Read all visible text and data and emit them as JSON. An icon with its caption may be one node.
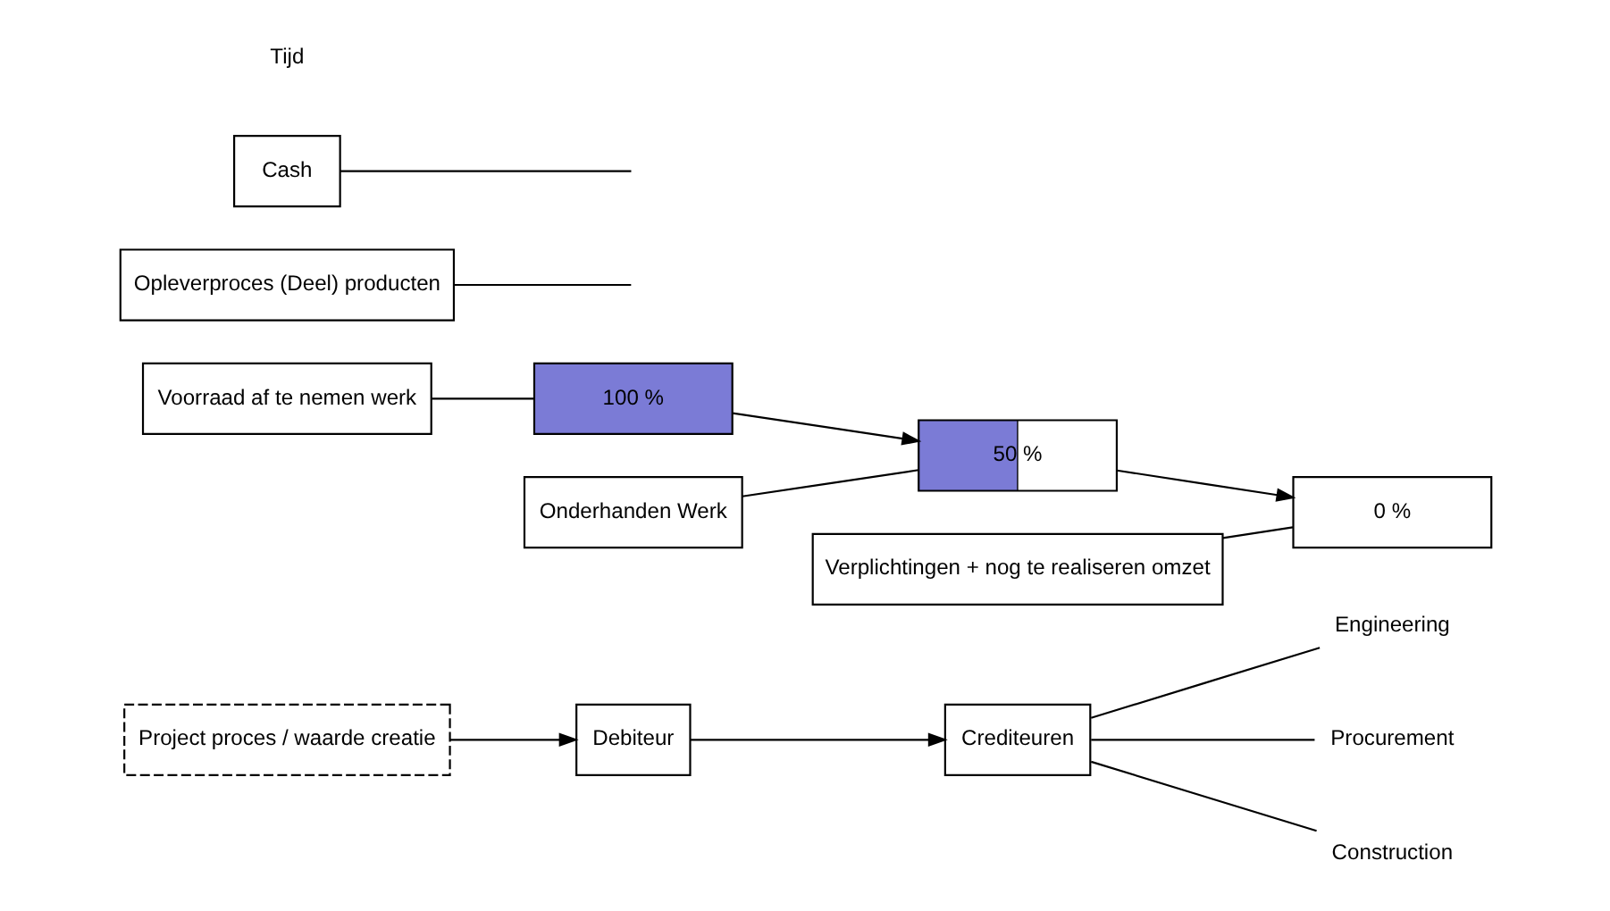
{
  "diagram": {
    "nodes": [
      {
        "text": [
          "Crediteuren"
        ]
      },
      {
        "text": [
          "Engineering"
        ]
      },
      {
        "text": [
          "Procurement"
        ]
      },
      {
        "text": [
          "Construction"
        ]
      },
      {
        "text": [
          "Project proces / waarde creatie"
        ]
      },
      {
        "text": [
          "Voorraad af te nemen werk"
        ]
      },
      {
        "text": [
          "100 %"
        ]
      },
      {
        "text": [
          "Onderhanden Werk"
        ]
      },
      {
        "text": [
          "50 %"
        ]
      },
      {
        "text": [
          "Verplichtingen + nog te realiseren omzet"
        ]
      },
      {
        "text": [
          "0 %"
        ]
      },
      {
        "text": [
          "Opleverproces (Deel) producten"
        ]
      },
      {
        "text": [
          "Debiteur"
        ]
      },
      {
        "text": [
          "Cash"
        ]
      }
    ],
    "edges": [
      {
        "from": 0,
        "to": 1,
        "arrow": "none"
      },
      {
        "from": 0,
        "to": 2,
        "arrow": "none"
      },
      {
        "from": 0,
        "to": 3,
        "arrow": "none"
      },
      {
        "from": 6,
        "to": 8,
        "arrow": "to"
      },
      {
        "from": 8,
        "to": 10,
        "arrow": "to"
      },
      {
        "from": 5,
        "to": 6,
        "arrow": "none"
      },
      {
        "from": 7,
        "to": 8,
        "arrow": "none"
      },
      {
        "from": 9,
        "to": 10,
        "arrow": "none"
      },
      {
        "from": 4,
        "to": 12,
        "arrow": "to"
      },
      {
        "from": 11,
        "to": null,
        "arrow": "none"
      },
      {
        "from": 12,
        "to": 0,
        "arrow": "to"
      },
      {
        "from": 13,
        "to": null,
        "arrow": "none"
      }
    ],
    "labels": [
      "Tijd"
    ]
  }
}
